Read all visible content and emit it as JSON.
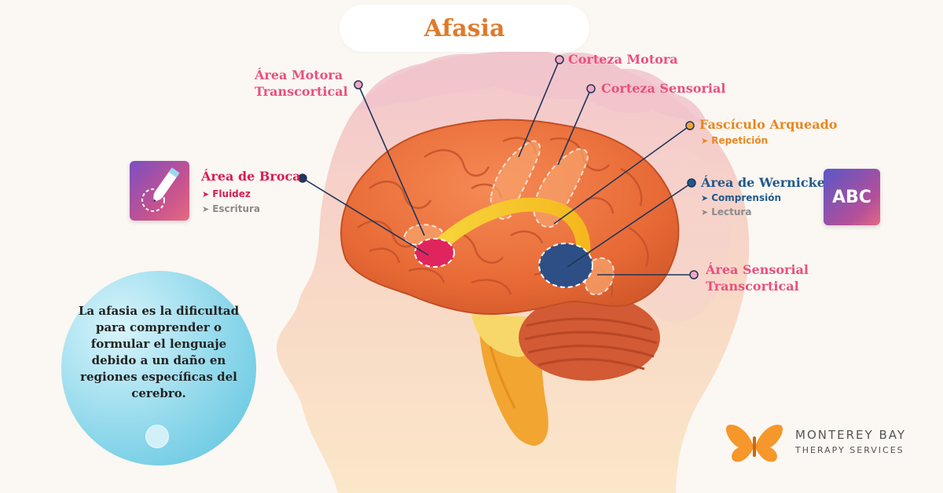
{
  "title": "Afasia",
  "labels": {
    "motora_trans_1": "Área Motora",
    "motora_trans_2": "Transcortical",
    "corteza_motora": "Corteza Motora",
    "corteza_sensorial": "Corteza Sensorial",
    "fasciculo": "Fascículo Arqueado",
    "fasciculo_sub": "Repetición",
    "broca": "Área de Broca",
    "broca_sub1": "Fluidez",
    "broca_sub2": "Escritura",
    "wernicke": "Área de Wernicke",
    "wernicke_sub1": "Comprensión",
    "wernicke_sub2": "Lectura",
    "sensorial_trans_1": "Área Sensorial",
    "sensorial_trans_2": "Transcortical"
  },
  "abc_card": "ABC",
  "info": "La afasia es la dificultad para comprender o formular el lenguaje debido a un daño en regiones específicas del cerebro.",
  "logo": {
    "line1": "MONTEREY BAY",
    "line2": "THERAPY SERVICES"
  },
  "icons": [
    "pencil-writing-icon",
    "butterfly-logo-icon"
  ],
  "colors": {
    "title": "#e07a2c",
    "pink": "#e8507e",
    "orange": "#e8871e",
    "blue": "#1f5a8c",
    "broca": "#d81d52",
    "brain": "#ea6b3a"
  }
}
